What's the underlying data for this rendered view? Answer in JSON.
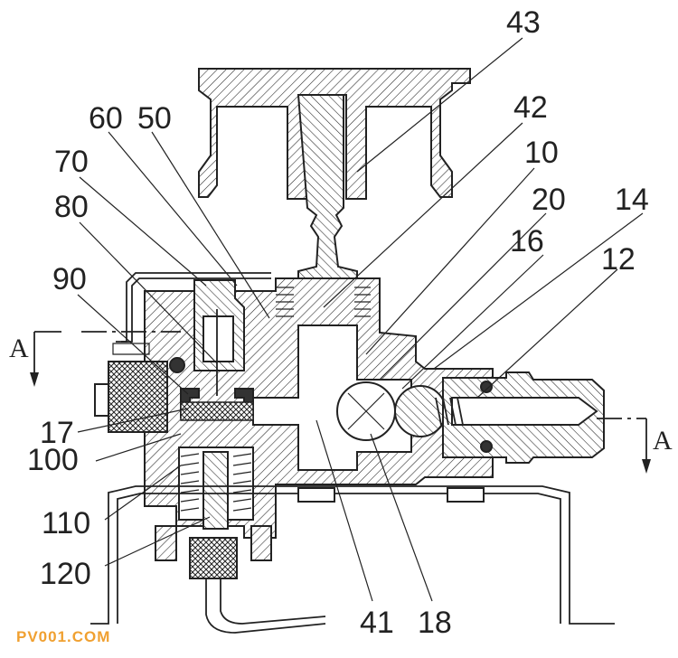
{
  "labels": {
    "l43": "43",
    "l60": "60",
    "l50": "50",
    "l42": "42",
    "l70": "70",
    "l10": "10",
    "l20": "20",
    "l14": "14",
    "l80": "80",
    "l16": "16",
    "l12": "12",
    "l90": "90",
    "l17": "17",
    "l100": "100",
    "l110": "110",
    "l120": "120",
    "l41": "41",
    "l18": "18"
  },
  "section_marks": {
    "left": "A",
    "right": "A"
  },
  "watermark": "PV001.COM"
}
